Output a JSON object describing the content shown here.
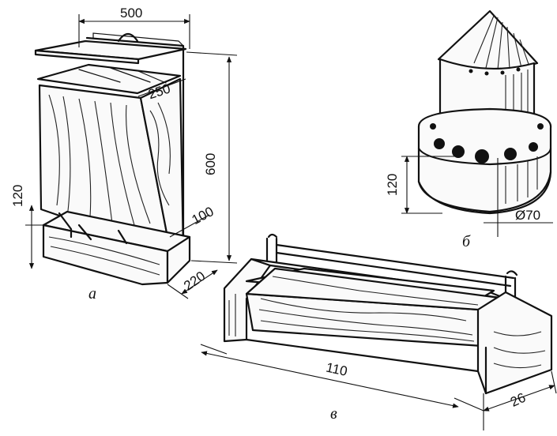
{
  "figure": {
    "panel_a": {
      "caption": "а",
      "dimensions": [
        "500",
        "250",
        "600",
        "120",
        "100",
        "220"
      ]
    },
    "panel_b": {
      "caption": "б",
      "dimensions": [
        "120",
        "Ø70"
      ]
    },
    "panel_v": {
      "caption": "в",
      "dimensions": [
        "110",
        "26"
      ]
    }
  },
  "colors": {
    "ink": "#111111",
    "paper": "#ffffff"
  },
  "icons": [
    "hopper-feeder-drawing",
    "cone-drinker-drawing",
    "trough-feeder-drawing"
  ]
}
